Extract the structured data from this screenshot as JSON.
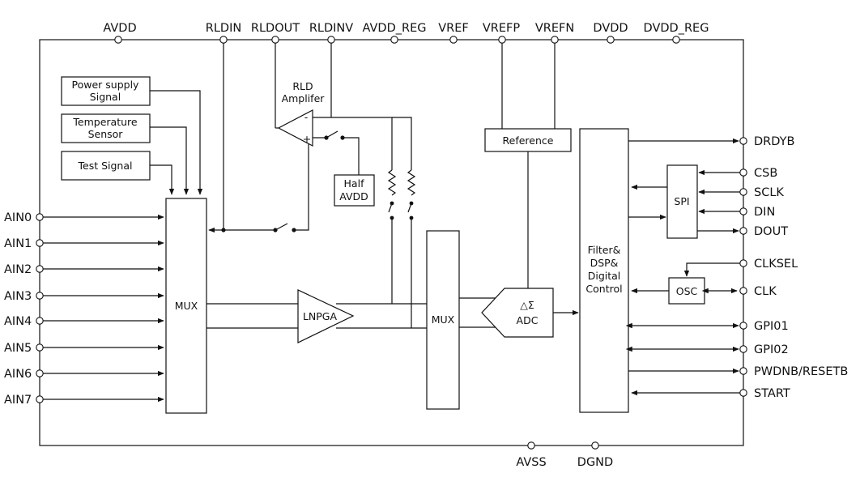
{
  "pins": {
    "top": [
      "AVDD",
      "RLDIN",
      "RLDOUT",
      "RLDINV",
      "AVDD_REG",
      "VREF",
      "VREFP",
      "VREFN",
      "DVDD",
      "DVDD_REG"
    ],
    "left": [
      "AIN0",
      "AIN1",
      "AIN2",
      "AIN3",
      "AIN4",
      "AIN5",
      "AIN6",
      "AIN7"
    ],
    "right": [
      "DRDYB",
      "CSB",
      "SCLK",
      "DIN",
      "DOUT",
      "CLKSEL",
      "CLK",
      "GPI01",
      "GPI02",
      "PWDNB/RESETB",
      "START"
    ],
    "bottom": [
      "AVSS",
      "DGND"
    ]
  },
  "blocks": {
    "power_supply": [
      "Power supply",
      "Signal"
    ],
    "temp_sensor": [
      "Temperature",
      "Sensor"
    ],
    "test_signal": "Test Signal",
    "mux1": "MUX",
    "rld_amp": [
      "RLD",
      "Amplifer"
    ],
    "half_avdd": [
      "Half",
      "AVDD"
    ],
    "lnpga": "LNPGA",
    "mux2": "MUX",
    "reference": "Reference",
    "adc_symbol": "△Σ",
    "adc_label": "ADC",
    "filter": [
      "Filter&",
      "DSP&",
      "Digital",
      "Control"
    ],
    "spi": "SPI",
    "osc": "OSC",
    "amp_minus": "-",
    "amp_plus": "+"
  }
}
